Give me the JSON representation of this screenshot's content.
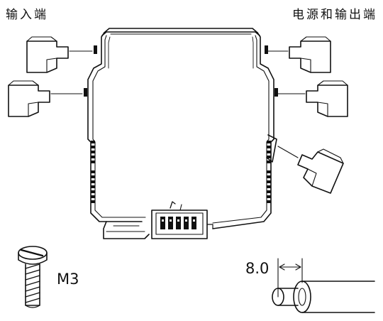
{
  "labels": {
    "input_terminal": "输入端",
    "power_output_terminal": "电源和输出端",
    "screw_size": "M3",
    "strip_length": "8.0"
  },
  "colors": {
    "line": "#111111",
    "background": "#ffffff"
  },
  "icons": {
    "left_plugs": [
      "terminal-plug-icon",
      "terminal-plug-icon"
    ],
    "right_plugs": [
      "terminal-plug-icon",
      "terminal-plug-icon",
      "terminal-plug-icon"
    ],
    "screw": "slotted-screw-icon",
    "wire": "stripped-wire-icon"
  }
}
